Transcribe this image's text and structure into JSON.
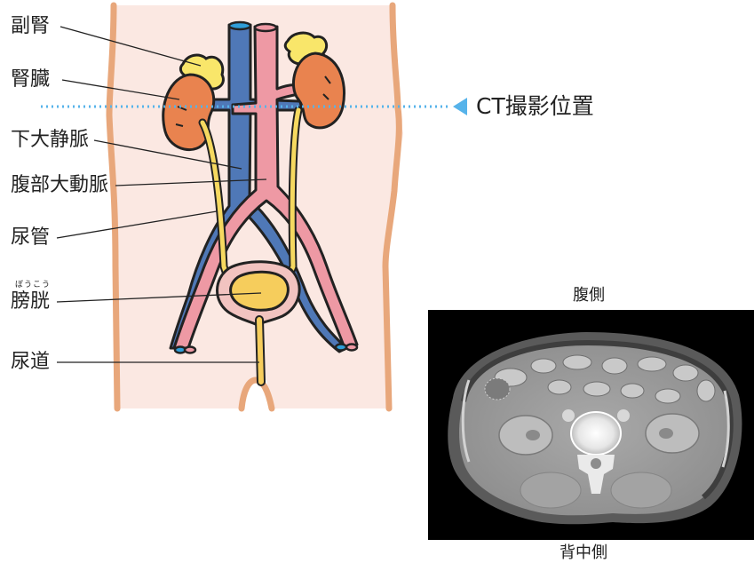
{
  "labels": {
    "adrenal": "副腎",
    "kidney": "腎臓",
    "ivc": "下大静脈",
    "aorta": "腹部大動脈",
    "ureter": "尿管",
    "bladder": "膀胱",
    "bladder_reading": "ぼうこう",
    "urethra": "尿道"
  },
  "ct_position_label": "CT撮影位置",
  "ct_scan": {
    "top_caption": "腹側",
    "bottom_caption": "背中側"
  },
  "colors": {
    "vein": "#4f78b7",
    "artery": "#ee99a4",
    "kidney": "#e9834f",
    "adrenal": "#f9e66a",
    "ureter": "#f6d960",
    "bladder": "#f6cd5c",
    "skin": "#fbe8e2",
    "body_outline": "#e8a77b",
    "dotted_line": "#56b3ea",
    "ct_background": "#000000"
  }
}
